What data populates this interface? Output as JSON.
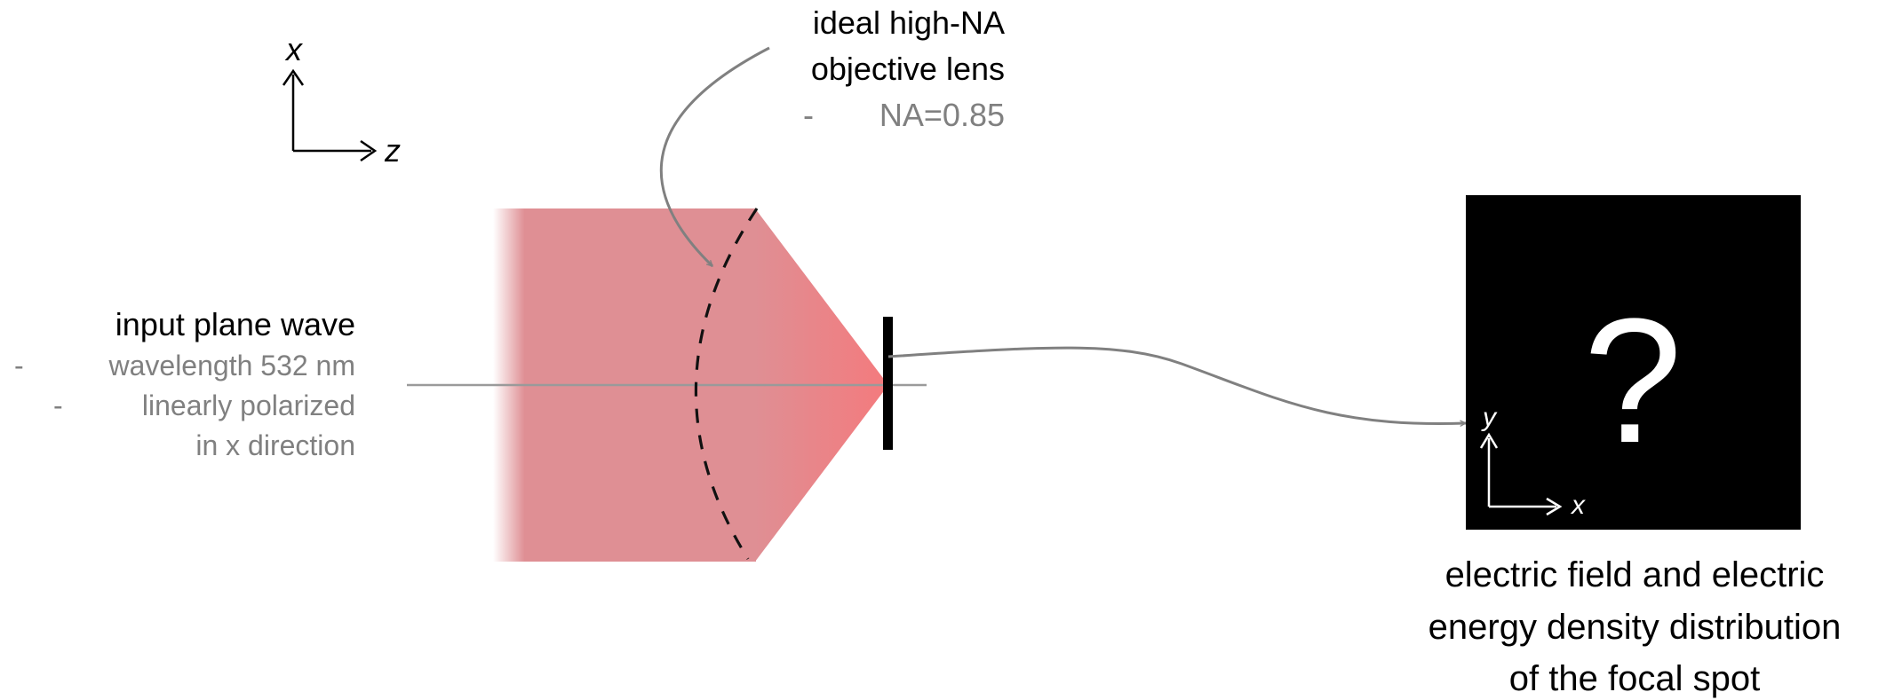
{
  "axes_main": {
    "x_label": "x",
    "z_label": "z"
  },
  "lens_label": {
    "line1": "ideal high-NA",
    "line2": "objective lens",
    "bullet": "-",
    "detail": "NA=0.85"
  },
  "input_label": {
    "title": "input plane wave",
    "bullet1": "-",
    "detail1": "wavelength 532 nm",
    "bullet2": "-",
    "detail2_line1": "linearly polarized",
    "detail2_line2": "in x direction"
  },
  "focal_box": {
    "symbol": "?",
    "x_label": "x",
    "y_label": "y"
  },
  "output_label": {
    "line1": "electric field and electric",
    "line2": "energy density distribution",
    "line3": "of the focal spot"
  },
  "colors": {
    "beam_light": "#df8f94",
    "beam_focus": "#f47a7d",
    "annotation_gray": "#808080",
    "text_dark": "#000000",
    "box_fill": "#000000"
  }
}
